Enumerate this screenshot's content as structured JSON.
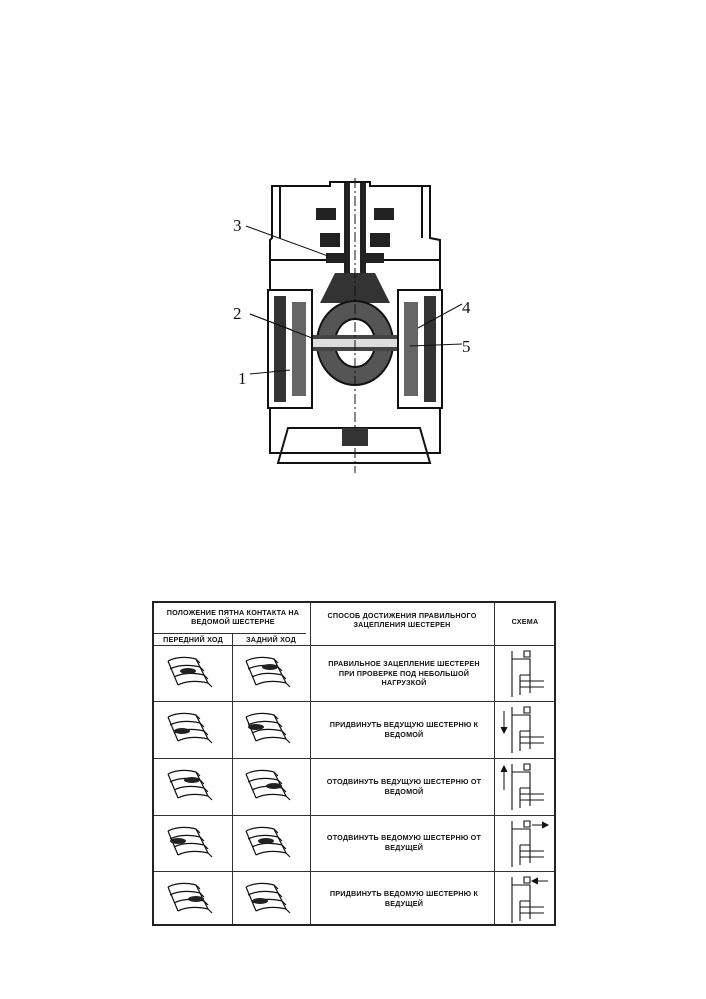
{
  "figure": {
    "callouts": [
      "1",
      "2",
      "3",
      "4",
      "5"
    ]
  },
  "table": {
    "header": {
      "contact_position": "ПОЛОЖЕНИЕ ПЯТНА КОНТАКТА НА ВЕДОМОЙ ШЕСТЕРНЕ",
      "forward": "ПЕРЕДНИЙ ХОД",
      "reverse": "ЗАДНИЙ ХОД",
      "method": "СПОСОБ ДОСТИЖЕНИЯ ПРАВИЛЬНОГО ЗАЦЕПЛЕНИЯ ШЕСТЕРЕН",
      "scheme": "СХЕМА"
    },
    "rows": [
      {
        "method": "ПРАВИЛЬНОЕ ЗАЦЕПЛЕНИЕ ШЕСТЕРЕН ПРИ ПРОВЕРКЕ ПОД НЕБОЛЬШОЙ НАГРУЗКОЙ",
        "arrow": "none"
      },
      {
        "method": "ПРИДВИНУТЬ ВЕДУЩУЮ ШЕСТЕРНЮ К ВЕДОМОЙ",
        "arrow": "down"
      },
      {
        "method": "ОТОДВИНУТЬ ВЕДУЩУЮ ШЕСТЕРНЮ ОТ ВЕДОМОЙ",
        "arrow": "up"
      },
      {
        "method": "ОТОДВИНУТЬ ВЕДОМУЮ ШЕСТЕРНЮ ОТ ВЕДУЩЕЙ",
        "arrow": "right"
      },
      {
        "method": "ПРИДВИНУТЬ ВЕДОМУЮ ШЕСТЕРНЮ К ВЕДУЩЕЙ",
        "arrow": "left"
      }
    ]
  }
}
